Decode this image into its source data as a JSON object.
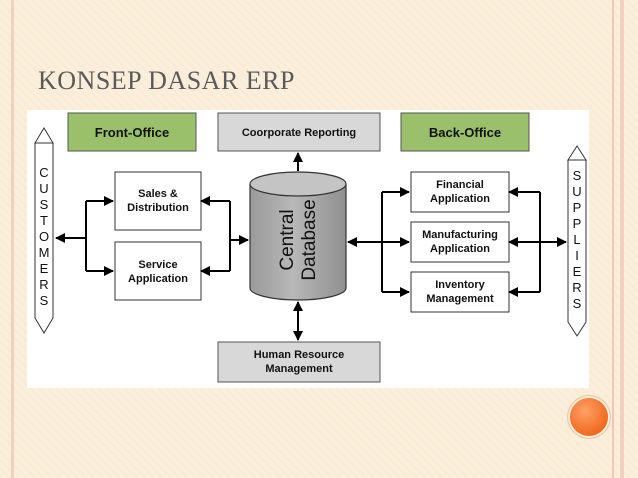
{
  "slide": {
    "title": "KONSEP DASAR ERP"
  },
  "diagram": {
    "front_office": "Front-Office",
    "corporate_reporting": "Coorporate Reporting",
    "back_office": "Back-Office",
    "customers_letters": [
      "C",
      "U",
      "S",
      "T",
      "O",
      "M",
      "E",
      "R",
      "S"
    ],
    "suppliers_letters": [
      "S",
      "U",
      "P",
      "P",
      "L",
      "I",
      "E",
      "R",
      "S"
    ],
    "sales_distribution": [
      "Sales &",
      "Distribution"
    ],
    "service_application": [
      "Service",
      "Application"
    ],
    "central_database": [
      "Central",
      "Database"
    ],
    "financial_application": [
      "Financial",
      "Application"
    ],
    "manufacturing_application": [
      "Manufacturing",
      "Application"
    ],
    "inventory_management": [
      "Inventory",
      "Management"
    ],
    "human_resource_management": [
      "Human Resource",
      "Management"
    ]
  },
  "colors": {
    "green_header": "#9bc06b",
    "gray_box": "#d8d8d8",
    "db_cylinder": "#a8a8a8",
    "accent_orange": "#f26a1f"
  }
}
